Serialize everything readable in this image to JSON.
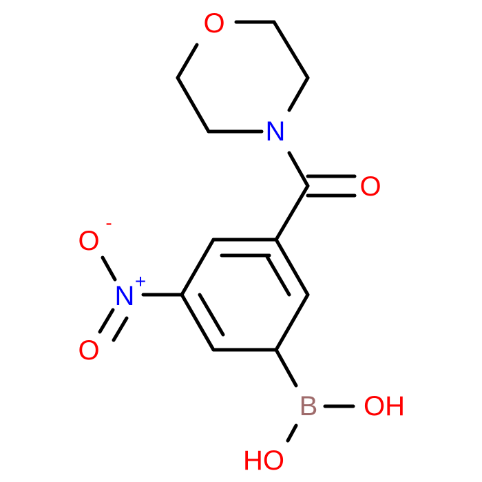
{
  "molecule": {
    "atoms": {
      "O": "O",
      "N": "N",
      "B": "B",
      "OH": "OH",
      "HO": "HO",
      "plus": "+",
      "minus": "-"
    },
    "colors": {
      "bond": "#000000",
      "oxygen": "#ff0000",
      "nitrogen": "#0000ff",
      "boron": "#9f6b6b"
    }
  }
}
